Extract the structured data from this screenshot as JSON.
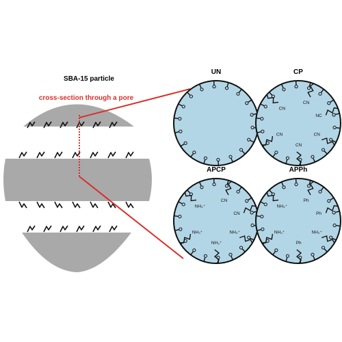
{
  "title": "SBA-15 particle",
  "annotation": "cross-section through a pore",
  "colors": {
    "particle": "#a9a9a9",
    "pore_fill": "#b3d6e6",
    "annotation": "#d8302a",
    "outline": "#111111"
  },
  "pores": [
    {
      "label": "UN",
      "groups": []
    },
    {
      "label": "CP",
      "groups": [
        "CN",
        "CN",
        "NC",
        "CN",
        "CN",
        "CN"
      ]
    },
    {
      "label": "APCP",
      "groups": [
        "NH3+",
        "CN",
        "CN",
        "NH3+",
        "NH3+",
        "NH3+"
      ]
    },
    {
      "label": "APPh",
      "groups": [
        "NH3+",
        "Ph",
        "Ph",
        "NH3+",
        "Ph",
        "NH3+"
      ]
    }
  ]
}
